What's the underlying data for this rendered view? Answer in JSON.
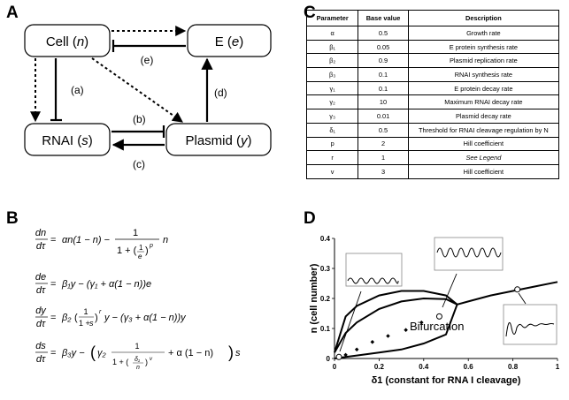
{
  "panels": {
    "a": "A",
    "b": "B",
    "c": "C",
    "d": "D"
  },
  "diagram": {
    "cell_label": "Cell (n)",
    "cell_text": "Cell (",
    "cell_var": "n",
    "e_text": "E (",
    "e_var": "e",
    "rnai_text": "RNAI (",
    "rnai_var": "s",
    "plasmid_text": "Plasmid (",
    "plasmid_var": "y",
    "close": ")",
    "edges": [
      "(a)",
      "(b)",
      "(c)",
      "(d)",
      "(e)"
    ]
  },
  "table": {
    "headers": [
      "Parameter",
      "Base value",
      "Description"
    ],
    "rows": [
      {
        "param": "α",
        "base": "0.5",
        "desc": "Growth rate"
      },
      {
        "param": "β₁",
        "base": "0.05",
        "desc": "E protein synthesis rate"
      },
      {
        "param": "β₂",
        "base": "0.9",
        "desc": "Plasmid replication rate"
      },
      {
        "param": "β₃",
        "base": "0.1",
        "desc": "RNAI synthesis rate"
      },
      {
        "param": "γ₁",
        "base": "0.1",
        "desc": "E protein decay rate"
      },
      {
        "param": "γ₂",
        "base": "10",
        "desc": "Maximum RNAI decay rate"
      },
      {
        "param": "γ₃",
        "base": "0.01",
        "desc": "Plasmid decay rate"
      },
      {
        "param": "δ₁",
        "base": "0.5",
        "desc": "Threshold for RNAI cleavage regulation by N"
      },
      {
        "param": "p",
        "base": "2",
        "desc": "Hill coefficient"
      },
      {
        "param": "r",
        "base": "1",
        "desc": "See Legend"
      },
      {
        "param": "v",
        "base": "3",
        "desc": "Hill coefficient"
      }
    ]
  },
  "equations": {
    "dn": "dn/dτ",
    "de": "de/dτ",
    "dy": "dy/dτ",
    "ds": "ds/dτ"
  },
  "chart_data": {
    "type": "scatter",
    "xlabel": "δ1 (constant  for RNA I cleavage)",
    "ylabel": "n  (cell number)",
    "xlim": [
      0,
      1
    ],
    "ylim": [
      0,
      0.4
    ],
    "x_ticks": [
      "0",
      "0.2",
      "0.4",
      "0.6",
      "0.8",
      "1"
    ],
    "y_ticks": [
      "0",
      "0.1",
      "0.2",
      "0.3",
      "0.4"
    ],
    "annotation": "Bifurcation",
    "upper_branch": {
      "x": [
        0.0,
        0.05,
        0.1,
        0.2,
        0.3,
        0.4,
        0.5,
        0.55,
        0.6,
        0.7,
        0.8,
        0.9,
        1.0
      ],
      "y": [
        0.02,
        0.085,
        0.12,
        0.165,
        0.19,
        0.2,
        0.198,
        0.18,
        0.19,
        0.21,
        0.225,
        0.24,
        0.255
      ]
    },
    "limit_cycle_max": {
      "x": [
        0.0,
        0.05,
        0.1,
        0.2,
        0.3,
        0.4,
        0.5,
        0.55
      ],
      "y": [
        0.02,
        0.14,
        0.175,
        0.21,
        0.225,
        0.225,
        0.21,
        0.18
      ]
    },
    "limit_cycle_min": {
      "x": [
        0.0,
        0.05,
        0.1,
        0.2,
        0.3,
        0.4,
        0.5,
        0.55
      ],
      "y": [
        0.0,
        0.005,
        0.01,
        0.02,
        0.03,
        0.05,
        0.08,
        0.18
      ]
    },
    "unstable_points": {
      "x": [
        0.05,
        0.1,
        0.17,
        0.24,
        0.32,
        0.39,
        0.47
      ],
      "y": [
        0.012,
        0.03,
        0.055,
        0.075,
        0.095,
        0.12,
        0.14
      ]
    },
    "marked_points": {
      "x": [
        0.02,
        0.47,
        0.82
      ],
      "y": [
        0.005,
        0.14,
        0.23
      ]
    }
  }
}
